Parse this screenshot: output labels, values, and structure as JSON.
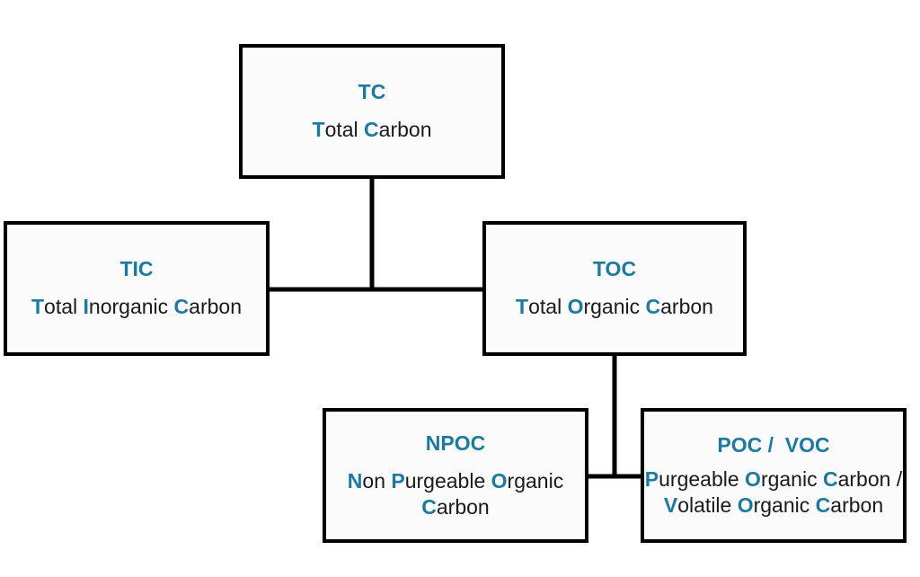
{
  "nodes": {
    "tc": {
      "abbr": "TC",
      "words": [
        {
          "initial": "T",
          "rest": "otal "
        },
        {
          "initial": "C",
          "rest": "arbon"
        }
      ]
    },
    "tic": {
      "abbr": "TIC",
      "words": [
        {
          "initial": "T",
          "rest": "otal "
        },
        {
          "initial": "I",
          "rest": "norganic "
        },
        {
          "initial": "C",
          "rest": "arbon"
        }
      ]
    },
    "toc": {
      "abbr": "TOC",
      "words": [
        {
          "initial": "T",
          "rest": "otal "
        },
        {
          "initial": "O",
          "rest": "rganic "
        },
        {
          "initial": "C",
          "rest": "arbon"
        }
      ]
    },
    "npoc": {
      "abbr": "NPOC",
      "words": [
        {
          "initial": "N",
          "rest": "on "
        },
        {
          "initial": "P",
          "rest": "urgeable "
        },
        {
          "initial": "O",
          "rest": "rganic "
        },
        {
          "initial": "C",
          "rest": "arbon"
        }
      ]
    },
    "poc": {
      "abbr": "POC /  VOC",
      "words": [
        {
          "initial": "P",
          "rest": "urgeable "
        },
        {
          "initial": "O",
          "rest": "rganic "
        },
        {
          "initial": "C",
          "rest": "arbon / "
        },
        {
          "initial": "V",
          "rest": "olatile "
        },
        {
          "initial": "O",
          "rest": "rganic "
        },
        {
          "initial": "C",
          "rest": "arbon"
        }
      ]
    }
  },
  "colors": {
    "accent": "#1a7aa0",
    "text": "#1a1a1a",
    "border": "#000000",
    "box_fill": "#fbfbfb"
  }
}
